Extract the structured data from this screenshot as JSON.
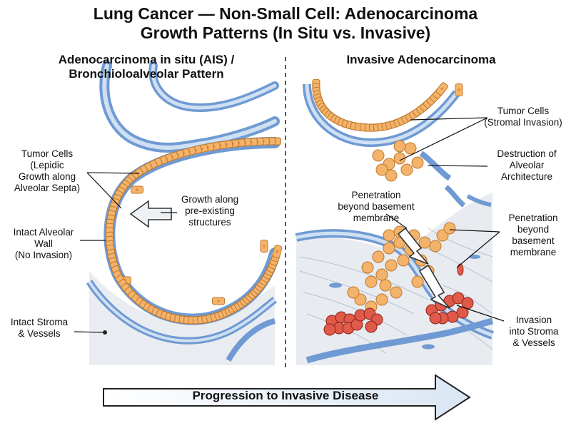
{
  "title": {
    "line1": "Lung Cancer — Non-Small Cell: Adenocarcinoma",
    "line2": "Growth Patterns (In Situ vs. Invasive)"
  },
  "left_panel": {
    "heading_line1": "Adenocarcinoma in situ (AIS) /",
    "heading_line2": "Bronchioloalveolar Pattern",
    "labels": {
      "tumor_cells": [
        "Tumor Cells",
        "(Lepidic",
        "Growth along",
        "Alveolar Septa)"
      ],
      "growth_along": [
        "Growth along",
        "pre-existing",
        "structures"
      ],
      "intact_wall": [
        "Intact Alveolar",
        "Wall",
        "(No Invasion)"
      ],
      "intact_stroma": [
        "Intact Stroma",
        "& Vessels"
      ]
    }
  },
  "right_panel": {
    "heading": "Invasive Adenocarcinoma",
    "labels": {
      "tumor_cells_stromal": [
        "Tumor Cells",
        "(Stromal Invasion)"
      ],
      "destruction": [
        "Destruction of",
        "Alveolar",
        "Architecture"
      ],
      "penetration_center": [
        "Penetration",
        "beyond basement",
        "membrane"
      ],
      "penetration_right": [
        "Penetration",
        "beyond",
        "basement",
        "membrane"
      ],
      "invasion": [
        "Invasion",
        "into Stroma",
        "& Vessels"
      ]
    }
  },
  "progression_label": "Progression to Invasive Disease",
  "colors": {
    "wall_blue": "#6f9ad3",
    "wall_light": "#cfe0f3",
    "cell_orange": "#f3b36b",
    "cell_outline": "#c0772b",
    "invasive_red": "#e05a4a",
    "stroma_gray": "#e6e9ee"
  }
}
